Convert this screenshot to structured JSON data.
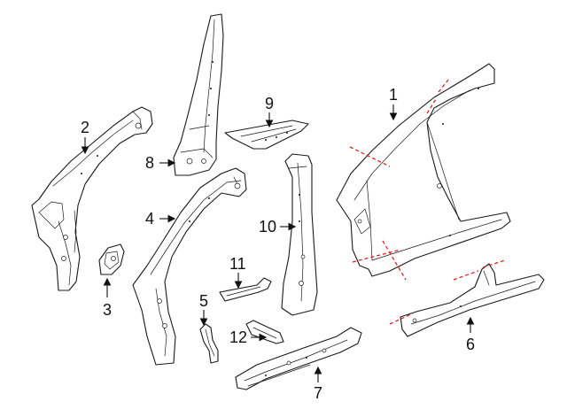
{
  "callouts": [
    {
      "id": "1",
      "label": "1"
    },
    {
      "id": "2",
      "label": "2"
    },
    {
      "id": "3",
      "label": "3"
    },
    {
      "id": "4",
      "label": "4"
    },
    {
      "id": "5",
      "label": "5"
    },
    {
      "id": "6",
      "label": "6"
    },
    {
      "id": "7",
      "label": "7"
    },
    {
      "id": "8",
      "label": "8"
    },
    {
      "id": "9",
      "label": "9"
    },
    {
      "id": "10",
      "label": "10"
    },
    {
      "id": "11",
      "label": "11"
    },
    {
      "id": "12",
      "label": "12"
    }
  ],
  "colors": {
    "line": "#1a1a1a",
    "cut_line": "#e02020",
    "background": "#ffffff"
  }
}
